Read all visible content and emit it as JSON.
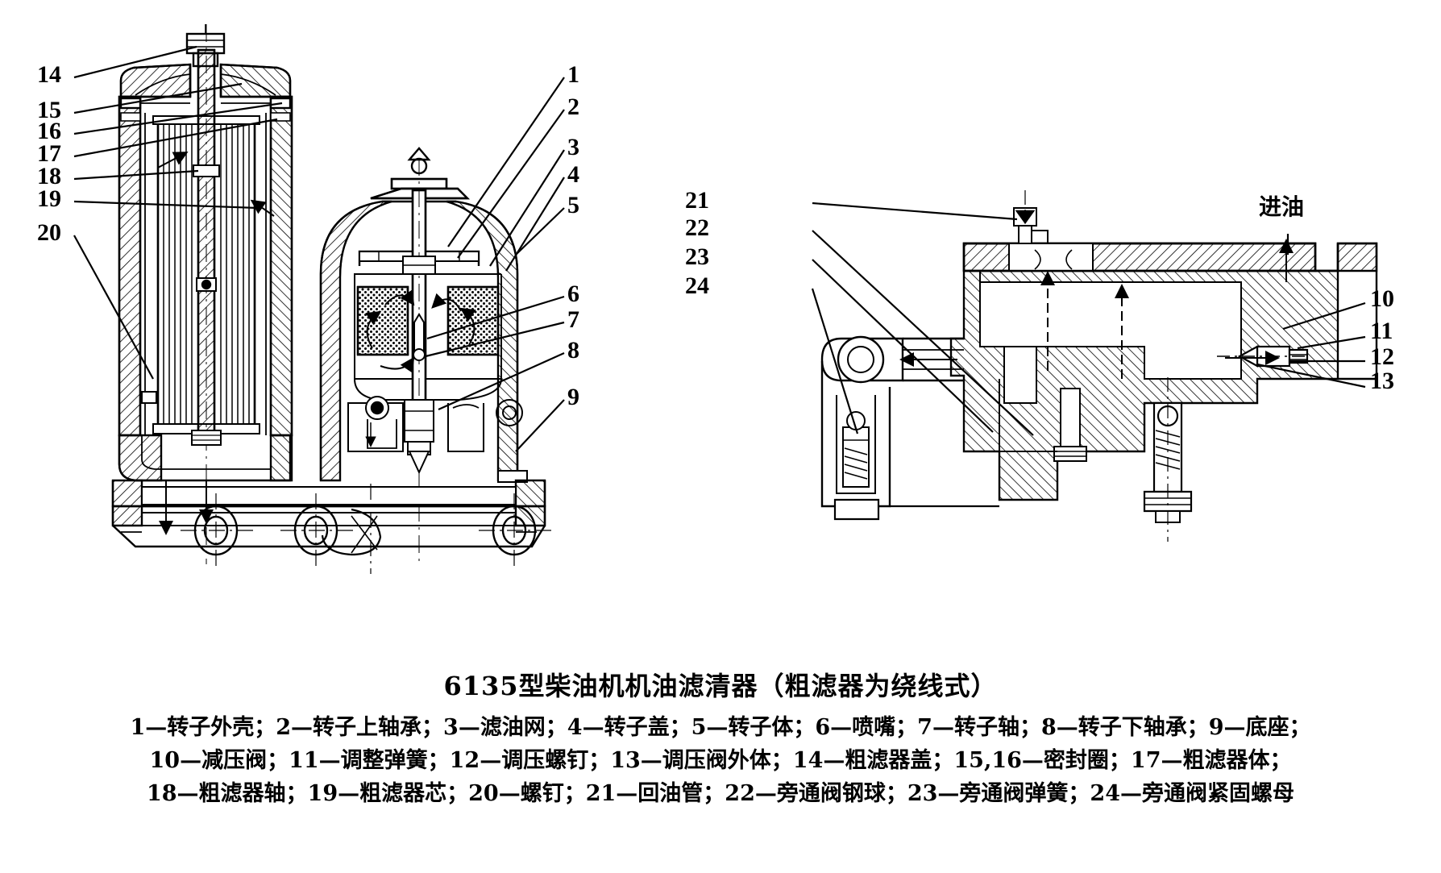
{
  "figure": {
    "title": "6135型柴油机机油滤清器（粗滤器为绕线式）",
    "inlet_label": "进油"
  },
  "callouts": {
    "left_column": [
      {
        "id": "14",
        "label": "14"
      },
      {
        "id": "15",
        "label": "15"
      },
      {
        "id": "16",
        "label": "16"
      },
      {
        "id": "17",
        "label": "17"
      },
      {
        "id": "18",
        "label": "18"
      },
      {
        "id": "19",
        "label": "19"
      },
      {
        "id": "20",
        "label": "20"
      }
    ],
    "center_column": [
      {
        "id": "1",
        "label": "1"
      },
      {
        "id": "2",
        "label": "2"
      },
      {
        "id": "3",
        "label": "3"
      },
      {
        "id": "4",
        "label": "4"
      },
      {
        "id": "5",
        "label": "5"
      },
      {
        "id": "6",
        "label": "6"
      },
      {
        "id": "7",
        "label": "7"
      },
      {
        "id": "8",
        "label": "8"
      },
      {
        "id": "9",
        "label": "9"
      }
    ],
    "right_diagram_left_column": [
      {
        "id": "21",
        "label": "21"
      },
      {
        "id": "22",
        "label": "22"
      },
      {
        "id": "23",
        "label": "23"
      },
      {
        "id": "24",
        "label": "24"
      }
    ],
    "right_diagram_right_column": [
      {
        "id": "10",
        "label": "10"
      },
      {
        "id": "11",
        "label": "11"
      },
      {
        "id": "12",
        "label": "12"
      },
      {
        "id": "13",
        "label": "13"
      }
    ]
  },
  "legend": {
    "lines": [
      "1—转子外壳；2—转子上轴承；3—滤油网；4—转子盖；5—转子体；6—喷嘴；7—转子轴；8—转子下轴承；9—底座；",
      "10—减压阀；11—调整弹簧；12—调压螺钉；13—调压阀外体；14—粗滤器盖；15,16—密封圈；17—粗滤器体；",
      "18—粗滤器轴；19—粗滤器芯；20—螺钉；21—回油管；22—旁通阀钢球；23—旁通阀弹簧；24—旁通阀紧固螺母"
    ],
    "items": [
      {
        "num": "1",
        "text": "转子外壳"
      },
      {
        "num": "2",
        "text": "转子上轴承"
      },
      {
        "num": "3",
        "text": "滤油网"
      },
      {
        "num": "4",
        "text": "转子盖"
      },
      {
        "num": "5",
        "text": "转子体"
      },
      {
        "num": "6",
        "text": "喷嘴"
      },
      {
        "num": "7",
        "text": "转子轴"
      },
      {
        "num": "8",
        "text": "转子下轴承"
      },
      {
        "num": "9",
        "text": "底座"
      },
      {
        "num": "10",
        "text": "减压阀"
      },
      {
        "num": "11",
        "text": "调整弹簧"
      },
      {
        "num": "12",
        "text": "调压螺钉"
      },
      {
        "num": "13",
        "text": "调压阀外体"
      },
      {
        "num": "14",
        "text": "粗滤器盖"
      },
      {
        "num": "15,16",
        "text": "密封圈"
      },
      {
        "num": "17",
        "text": "粗滤器体"
      },
      {
        "num": "18",
        "text": "粗滤器轴"
      },
      {
        "num": "19",
        "text": "粗滤器芯"
      },
      {
        "num": "20",
        "text": "螺钉"
      },
      {
        "num": "21",
        "text": "回油管"
      },
      {
        "num": "22",
        "text": "旁通阀钢球"
      },
      {
        "num": "23",
        "text": "旁通阀弹簧"
      },
      {
        "num": "24",
        "text": "旁通阀紧固螺母"
      }
    ]
  },
  "colors": {
    "ink": "#000000",
    "paper": "#ffffff"
  }
}
